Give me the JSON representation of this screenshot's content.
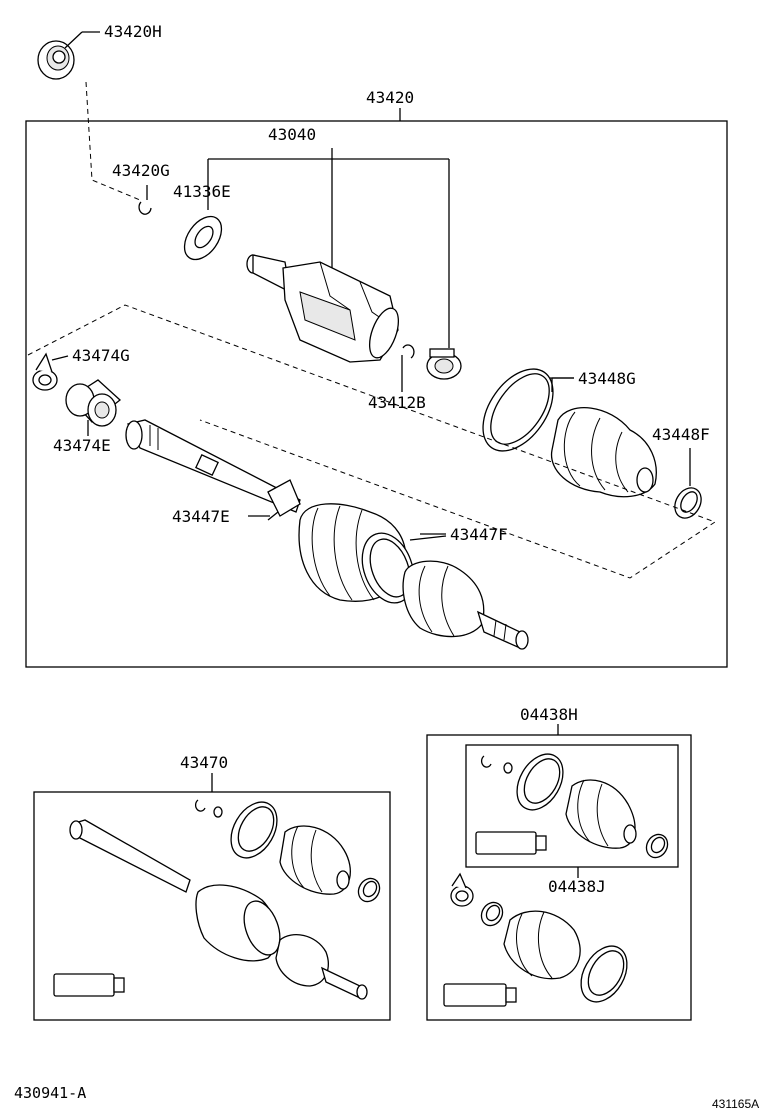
{
  "labels": {
    "p43420H": "43420H",
    "p43420": "43420",
    "p43040": "43040",
    "p43420G": "43420G",
    "p41336E": "41336E",
    "p43474G": "43474G",
    "p43474E": "43474E",
    "p43412B": "43412B",
    "p43448G": "43448G",
    "p43448F": "43448F",
    "p43447E": "43447E",
    "p43447F": "43447F",
    "p04438H": "04438H",
    "p43470": "43470",
    "p04438J": "04438J"
  },
  "footer": {
    "left_code": "430941-A",
    "right_code": "431165A"
  }
}
